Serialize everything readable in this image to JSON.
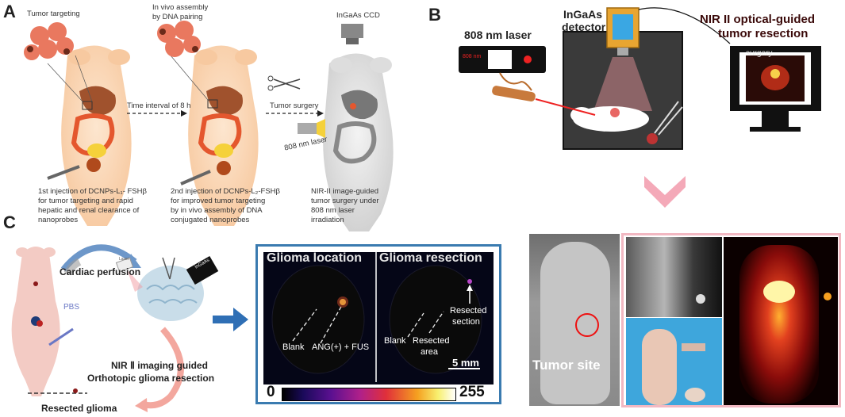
{
  "panel_a": {
    "label": "A",
    "tumor_targeting": "Tumor targeting",
    "in_vivo_assembly": [
      "In vivo assembly",
      "by DNA pairing"
    ],
    "ingaas_ccd": "InGaAs CCD",
    "time_interval": "Time interval of 8 h",
    "tumor_surgery": "Tumor surgery",
    "laser_808": "808 nm laser",
    "caption1": [
      "1st injection of  DCNPs-L₁- FSHβ",
      "for tumor targeting and   rapid",
      "hepatic and renal clearance of",
      "nanoprobes"
    ],
    "caption2": [
      "2nd injection of DCNPs-L₂-FSHβ",
      "for  improved tumor targeting",
      "by in vivo assembly of DNA",
      "conjugated nanoprobes"
    ],
    "caption3": [
      "NIR-II  image-guided",
      "tumor surgery under",
      "808      nm      laser",
      "irradiation"
    ]
  },
  "panel_b": {
    "label": "B",
    "laser": "808 nm laser",
    "laser_display": "808 nm",
    "detector": [
      "InGaAs",
      "detector"
    ],
    "title": [
      "NIR II optical-guided",
      "tumor resection"
    ],
    "screen_text": "surgery"
  },
  "panel_c": {
    "label": "C",
    "cardiac": "Cardiac perfusion",
    "pbs": "PBS",
    "ingaas": "InGaAs",
    "laser": "Laser",
    "nir_guided": [
      "NIR Ⅱ imaging guided",
      "Orthotopic glioma resection"
    ],
    "resected": "Resected glioma",
    "glioma_location": "Glioma location",
    "glioma_resection": "Glioma resection",
    "blank1": "Blank",
    "ang": "ANG(+) + FUS",
    "blank2": "Blank",
    "resected_area": [
      "Resected",
      "area"
    ],
    "resected_section": [
      "Resected",
      "section"
    ],
    "scale": "5 mm",
    "cbar_min": "0",
    "cbar_max": "255"
  },
  "panel_d": {
    "tumor_site": "Tumor site"
  },
  "colors": {
    "arrow_pink": "#f4a9b8",
    "frame_pink": "#f2b8c2",
    "frame_blue": "#3a7bb0",
    "arrow_blue": "#2f6fb5"
  }
}
